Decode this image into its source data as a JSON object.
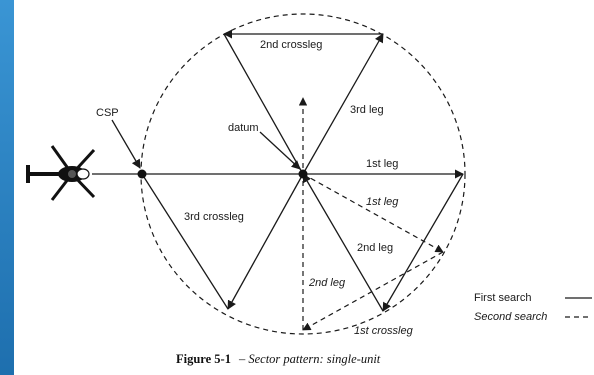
{
  "figure": {
    "caption_number": "Figure 5-1",
    "caption_title": "– Sector pattern: single-unit"
  },
  "labels": {
    "csp": "CSP",
    "datum": "datum",
    "first_leg_1": "1st leg",
    "first_leg_2": "1st leg",
    "second_leg_1": "2nd leg",
    "second_leg_2": "2nd leg",
    "third_leg": "3rd leg",
    "second_crossleg": "2nd crossleg",
    "third_crossleg": "3rd crossleg",
    "first_crossleg": "1st crossleg"
  },
  "legend": {
    "first_search": "First search",
    "second_search": "Second search"
  },
  "icons": {
    "aircraft": "helicopter-icon"
  }
}
